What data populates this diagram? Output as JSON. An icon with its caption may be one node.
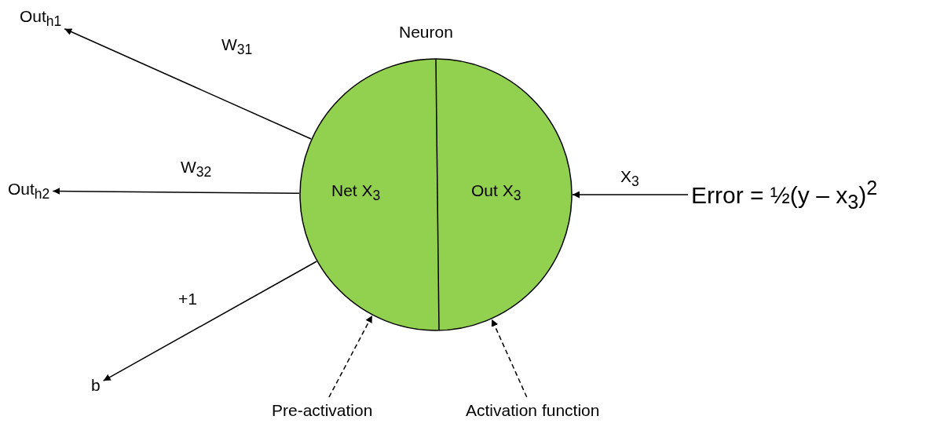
{
  "diagram": {
    "nodes": [
      {
        "text": [
          "Out$_{h1}$"
        ]
      },
      {
        "text": [],
        "shape": "circle",
        "beside": [
          "Neuron"
        ]
      },
      {
        "text": [
          "Net X$_{3}$"
        ],
        "in": 1
      },
      {
        "text": [
          "Out X$_{3}$"
        ],
        "in": 1
      },
      {
        "text": [
          "Out$_{h2}$"
        ]
      },
      {
        "text": [
          "Error = ½(y – x$_{3}$)$^{2}$"
        ]
      },
      {
        "text": [
          "b"
        ]
      },
      {
        "text": [
          "Pre-activation"
        ]
      },
      {
        "text": [
          "Activation function"
        ]
      }
    ],
    "edges": [
      {
        "from": 1,
        "to": 0,
        "arrow": "to",
        "label": "W$_{31}$"
      },
      {
        "from": 1,
        "to": 4,
        "arrow": "to",
        "label": "W$_{32}$"
      },
      {
        "from": 1,
        "to": 6,
        "arrow": "to",
        "label": "+1"
      },
      {
        "from": 5,
        "to": 1,
        "arrow": "to",
        "label": "X$_{3}$"
      },
      {
        "from": 7,
        "to": 1,
        "arrow": "to",
        "style": "dashed"
      },
      {
        "from": 8,
        "to": 1,
        "arrow": "to",
        "style": "dashed"
      }
    ]
  }
}
